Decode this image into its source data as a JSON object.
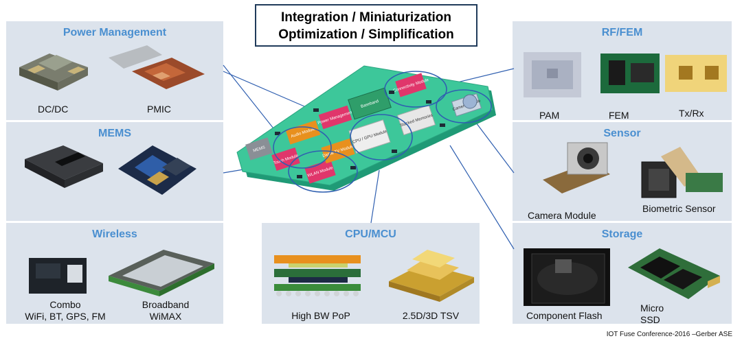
{
  "title": {
    "line1": "Integration / Miniaturization",
    "line2": "Optimization / Simplification"
  },
  "panels": {
    "power": {
      "title": "Power Management",
      "items": [
        "DC/DC",
        "PMIC"
      ]
    },
    "mems": {
      "title": "MEMS"
    },
    "wireless": {
      "title": "Wireless",
      "items": [
        {
          "line1": "Combo",
          "line2": "WiFi, BT, GPS, FM"
        },
        {
          "line1": "Broadband",
          "line2": "WiMAX"
        }
      ]
    },
    "cpu": {
      "title": "CPU/MCU",
      "items": [
        "High BW PoP",
        "2.5D/3D TSV"
      ]
    },
    "rf": {
      "title": "RF/FEM",
      "items": [
        "PAM",
        "FEM",
        "Tx/Rx"
      ]
    },
    "sensor": {
      "title": "Sensor",
      "items": [
        "Camera Module",
        "Biometric Sensor"
      ]
    },
    "storage": {
      "title": "Storage",
      "items": [
        {
          "line1": "Component Flash"
        },
        {
          "line1": "Micro",
          "line2": "SSD"
        }
      ]
    }
  },
  "board": {
    "chips": [
      "MEMS",
      "Audio Module",
      "Power Management",
      "Baseband",
      "Connectivity Module",
      "CPU / GPU Module",
      "Stacked Memories",
      "Camera Module",
      "WLAN Module",
      "Digital TV Module",
      "Touch Module"
    ]
  },
  "credit": "IOT Fuse Conference-2016 –Gerber ASE",
  "colors": {
    "panel": "#dce3ec",
    "title_blue": "#4a8fd0",
    "board_green": "#3dc79a",
    "line_blue": "#2f5fb0"
  }
}
